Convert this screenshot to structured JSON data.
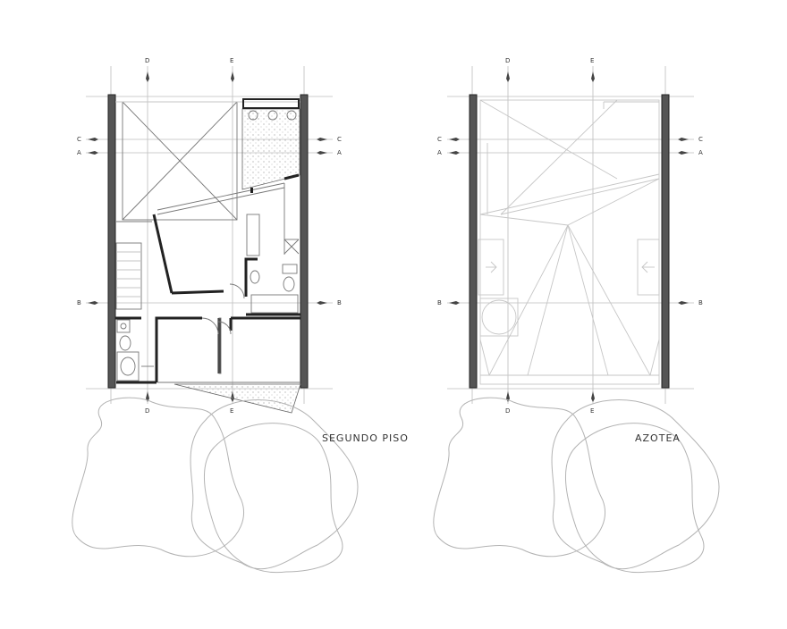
{
  "plans": [
    {
      "title": "SEGUNDO PISO",
      "top_axis_labels": [
        "D",
        "E"
      ],
      "bottom_axis_labels": [
        "D",
        "E"
      ],
      "left_axis_labels": [
        "C",
        "A",
        "B"
      ],
      "right_axis_labels": [
        "C",
        "A",
        "B"
      ]
    },
    {
      "title": "AZOTEA",
      "top_axis_labels": [
        "D",
        "E"
      ],
      "bottom_axis_labels": [
        "D",
        "E"
      ],
      "left_axis_labels": [
        "C",
        "A",
        "B"
      ],
      "right_axis_labels": [
        "C",
        "A",
        "B"
      ]
    }
  ],
  "colors": {
    "wall": "#555555",
    "grid_line": "#bdbdbd",
    "tree_outline": "#b3b3b3",
    "hatch": "#d9d9d9"
  }
}
